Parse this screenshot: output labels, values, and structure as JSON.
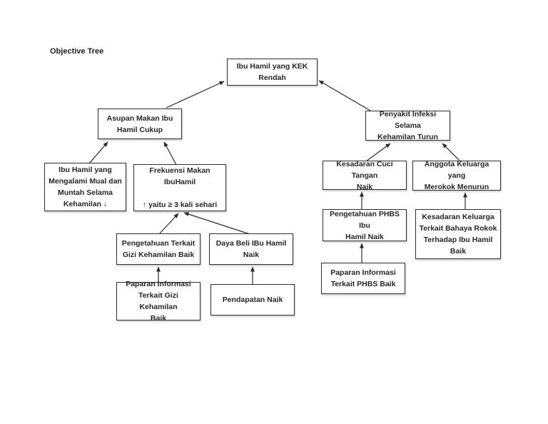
{
  "title": "Objective Tree",
  "colors": {
    "background": "#ffffff",
    "box_border": "#2e2e2e",
    "text": "#262626",
    "arrow": "#2b2b2b"
  },
  "nodes": {
    "goal": {
      "text": "Ibu Hamil yang KEK\nRendah"
    },
    "asupan": {
      "text": "Asupan Makan Ibu\nHamil Cukup"
    },
    "penyakit": {
      "text": "Penyakit Infeksi Selama\nKehamilan Turun"
    },
    "mual": {
      "text": "Ibu Hamil yang\nMengalami Mual dan\nMuntah Selama\nKehamilan ↓"
    },
    "frekuensi": {
      "text": "Frekuensi Makan IbuHamil\n\n↑ yaitu ≥ 3 kali sehari"
    },
    "cuci": {
      "text": "Kesadaran Cuci Tangan\nNaik"
    },
    "anggota": {
      "text": "Anggota Keluarga yang\nMerokok Menurun"
    },
    "pengetahuan_gizi": {
      "text": "Pengetahuan Terkait\nGizi Kehamilan Baik"
    },
    "daya_beli": {
      "text": "Daya Beli IBu Hamil\nNaik"
    },
    "phbs": {
      "text": "Pengetahuan PHBS Ibu\nHamil Naik"
    },
    "kesadaran_rokok": {
      "text": "Kesadaran Keluarga\nTerkait Bahaya Rokok\nTerhadap Ibu Hamil\nBaik"
    },
    "paparan_gizi": {
      "text": "Paparan Informasi\nTerkait Gizi Kehamilan\nBaik"
    },
    "pendapatan": {
      "text": "Pendapatan Naik"
    },
    "paparan_phbs": {
      "text": "Paparan Informasi\nTerkait PHBS Baik"
    }
  }
}
